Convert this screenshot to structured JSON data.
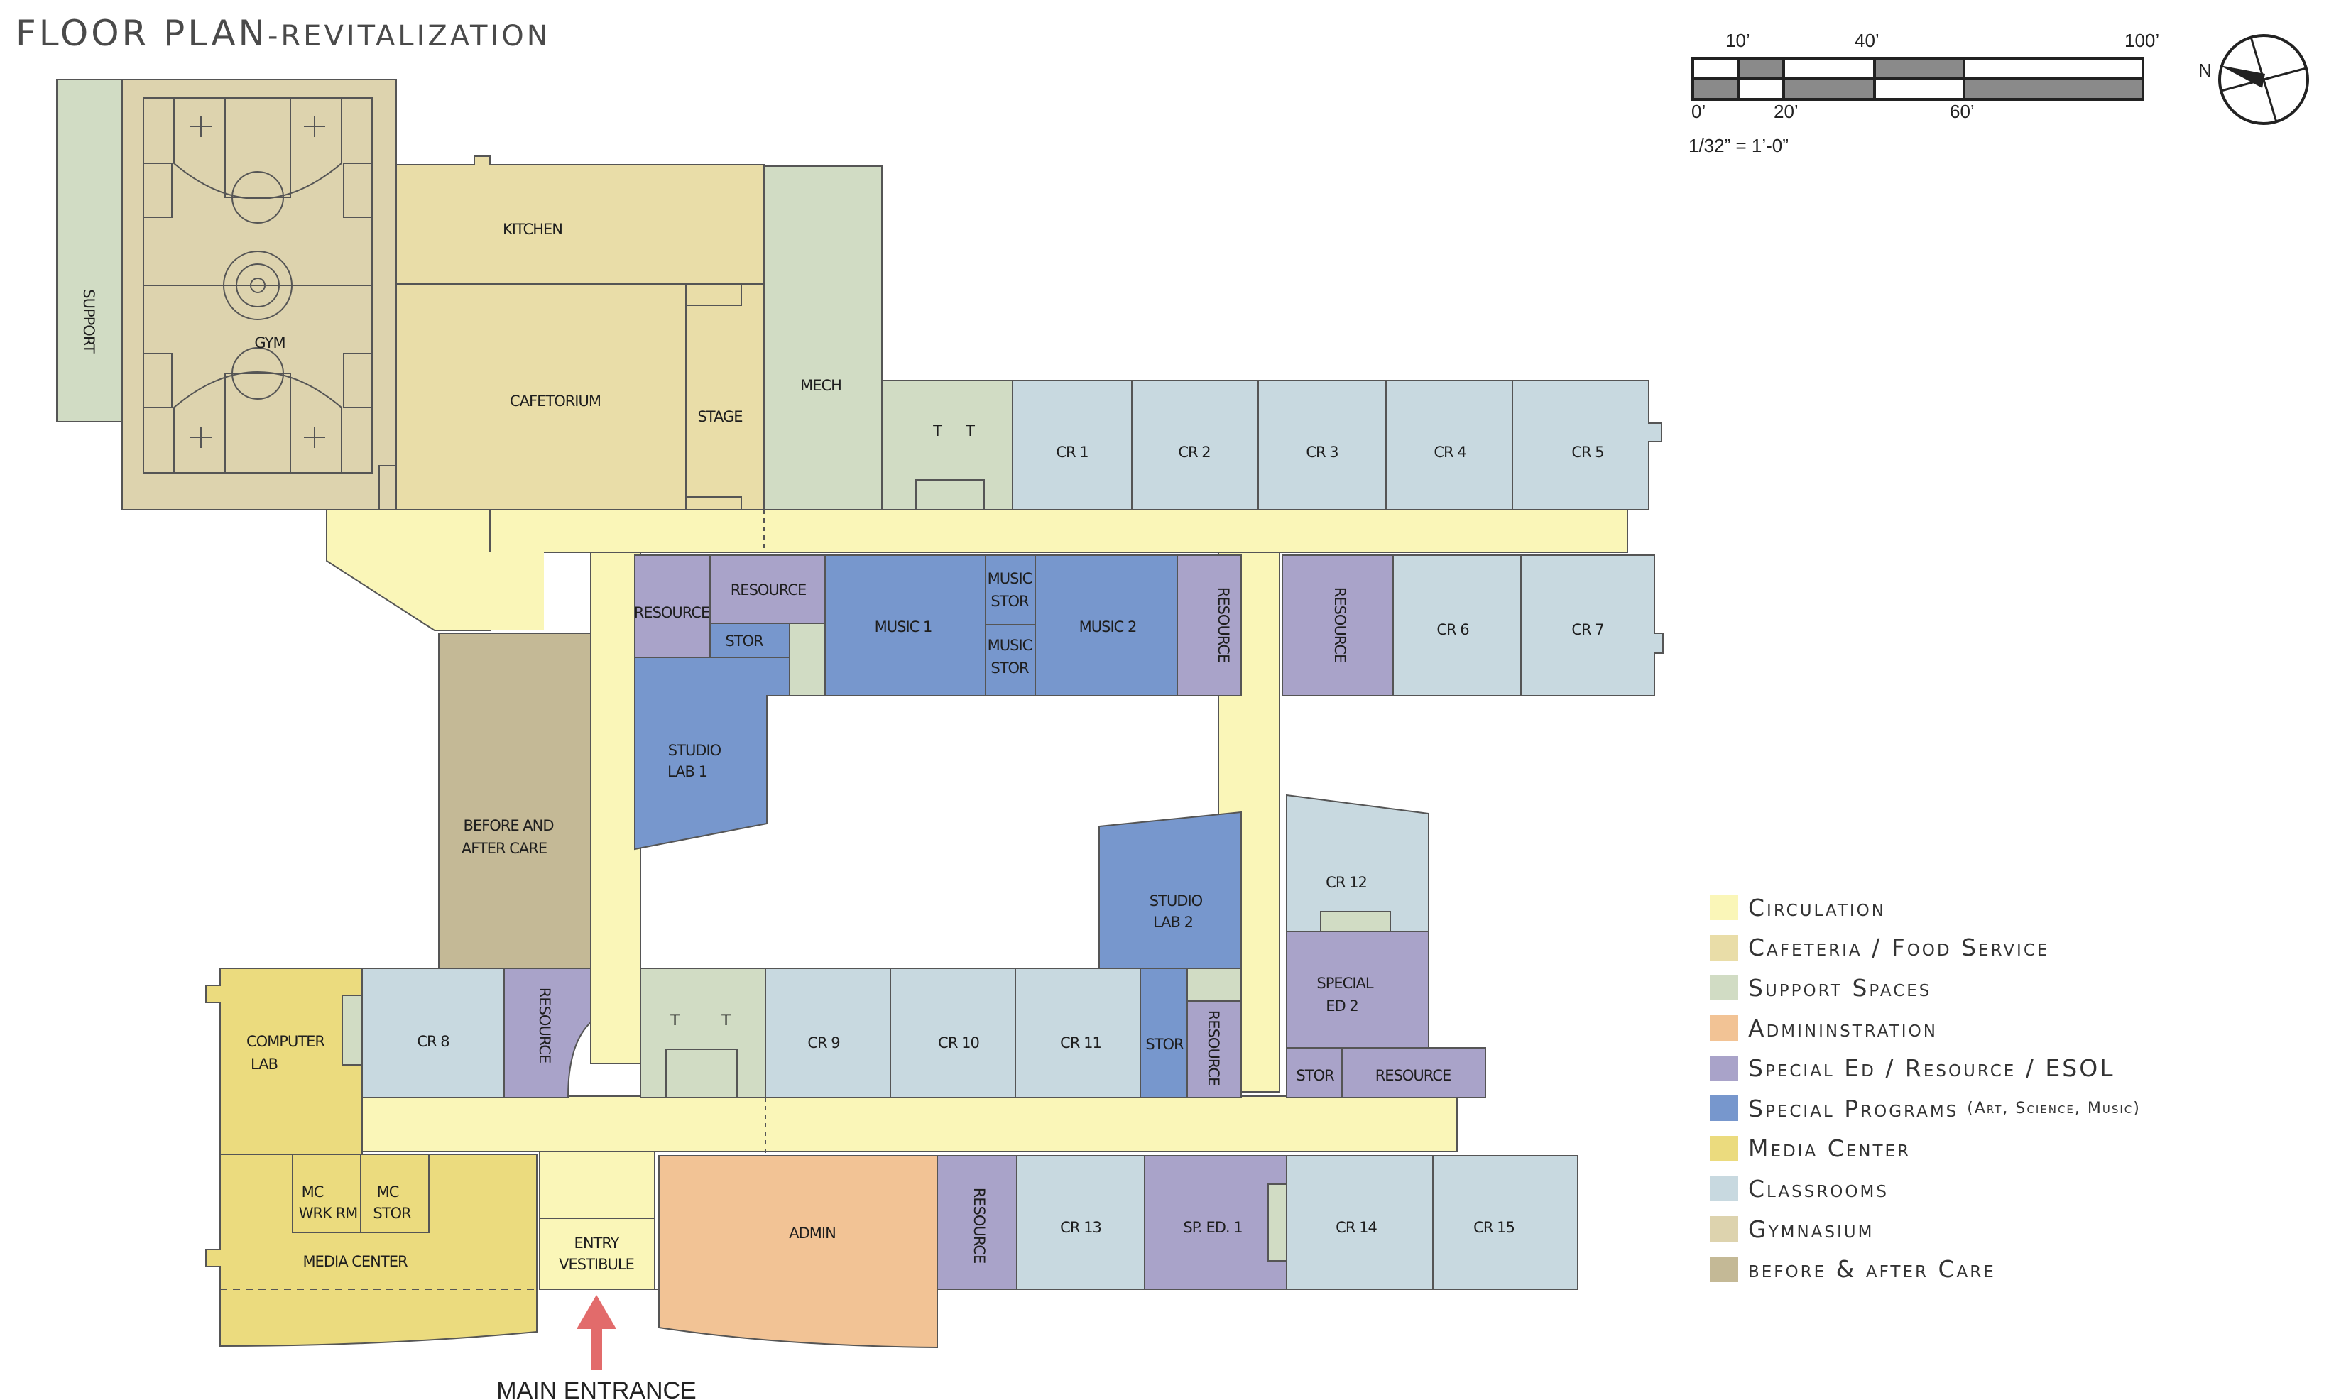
{
  "title": {
    "main": "FLOOR PLAN",
    "sub": "-REVITALIZATION"
  },
  "scale": {
    "top_labels": [
      "10’",
      "40’",
      "100’"
    ],
    "bottom_labels": [
      "0’",
      "20’",
      "60’"
    ],
    "ratio": "1/32” = 1’-0”",
    "north": "N"
  },
  "rooms": {
    "support": "SUPPORT",
    "gym": "GYM",
    "kitchen": "KITCHEN",
    "cafetorium": "CAFETORIUM",
    "stage": "STAGE",
    "mech": "MECH",
    "t1": "T",
    "t2": "T",
    "t3": "T",
    "t4": "T",
    "cr1": "CR 1",
    "cr2": "CR 2",
    "cr3": "CR 3",
    "cr4": "CR 4",
    "cr5": "CR 5",
    "cr6": "CR 6",
    "cr7": "CR 7",
    "cr8": "CR 8",
    "cr9": "CR 9",
    "cr10": "CR 10",
    "cr11": "CR 11",
    "cr12": "CR 12",
    "cr13": "CR 13",
    "cr14": "CR 14",
    "cr15": "CR 15",
    "resource_a": "RESOURCE",
    "resource_b": "RESOURCE",
    "resource_c": "RESOURCE",
    "resource_d": "RESOURCE",
    "resource_e": "RESOURCE",
    "resource_f": "RESOURCE",
    "resource_g": "RESOURCE",
    "resource_h": "RESOURCE",
    "stor_a": "STOR",
    "stor_b": "STOR",
    "stor_c": "STOR",
    "music1": "MUSIC 1",
    "music2": "MUSIC 2",
    "music_stor_1a": "MUSIC",
    "music_stor_1b": "STOR",
    "music_stor_2a": "MUSIC",
    "music_stor_2b": "STOR",
    "studio_lab_1a": "STUDIO",
    "studio_lab_1b": "LAB 1",
    "studio_lab_2a": "STUDIO",
    "studio_lab_2b": "LAB 2",
    "before_after_a": "BEFORE AND",
    "before_after_b": "AFTER CARE",
    "computer_lab_a": "COMPUTER",
    "computer_lab_b": "LAB",
    "mc_wrk_a": "MC",
    "mc_wrk_b": "WRK RM",
    "mc_stor_a": "MC",
    "mc_stor_b": "STOR",
    "media_center": "MEDIA CENTER",
    "entry_a": "ENTRY",
    "entry_b": "VESTIBULE",
    "admin": "ADMIN",
    "special_ed2_a": "SPECIAL",
    "special_ed2_b": "ED 2",
    "sp_ed1": "SP. ED. 1"
  },
  "main_entrance": "MAIN ENTRANCE",
  "legend": [
    {
      "label": "Circulation",
      "color": "#FAF6B8"
    },
    {
      "label": "Cafeteria / Food Service",
      "color": "#E9DDA8"
    },
    {
      "label": "Support Spaces",
      "color": "#D1DCC4"
    },
    {
      "label": "Admininstration",
      "color": "#F2C395"
    },
    {
      "label": "Special Ed / Resource / ESOL",
      "color": "#A9A3C9"
    },
    {
      "label": "Special Programs",
      "note": "(Art, Science, Music)",
      "color": "#7797CD"
    },
    {
      "label": "Media Center",
      "color": "#EBDB7E"
    },
    {
      "label": "Classrooms",
      "color": "#C8D9E0"
    },
    {
      "label": "Gymnasium",
      "color": "#DDD3AE"
    },
    {
      "label": "before & after Care",
      "color": "#C4B996"
    }
  ],
  "colors": {
    "circulation": "#FAF6B8",
    "cafeteria": "#E9DDA8",
    "support": "#D1DCC4",
    "admin": "#F2C395",
    "special_ed": "#A9A3C9",
    "special_programs": "#7797CD",
    "media": "#EBDB7E",
    "classroom": "#C8D9E0",
    "gym": "#DDD3AE",
    "before_after": "#C4B996",
    "entrance_arrow": "#E26B6B"
  }
}
